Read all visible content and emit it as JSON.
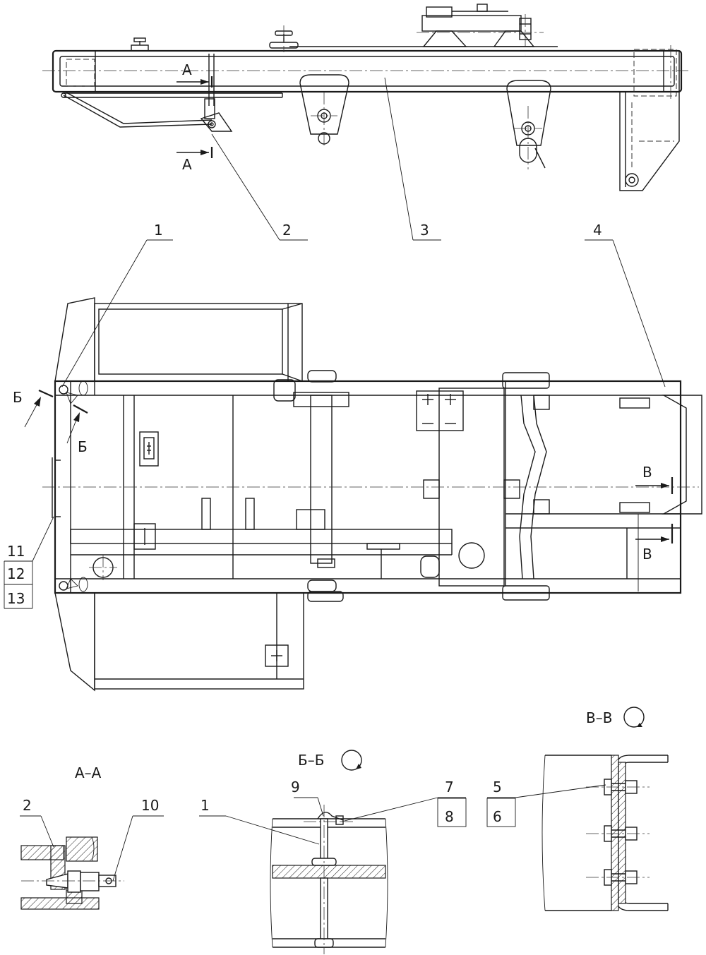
{
  "callouts": {
    "c1": "1",
    "c2": "2",
    "c3": "3",
    "c4": "4",
    "c5": "5",
    "c6": "6",
    "c7": "7",
    "c8": "8",
    "c9": "9",
    "c10": "10",
    "c11": "11",
    "c12": "12",
    "c13": "13",
    "d1": "1",
    "d2": "2"
  },
  "section_marks": {
    "a_top": "А",
    "a_bottom": "А",
    "b_left": "Б",
    "b_right": "Б",
    "v_top": "В",
    "v_bottom": "В"
  },
  "section_titles": {
    "aa": "А–А",
    "bb": "Б–Б",
    "vv": "В–В"
  }
}
